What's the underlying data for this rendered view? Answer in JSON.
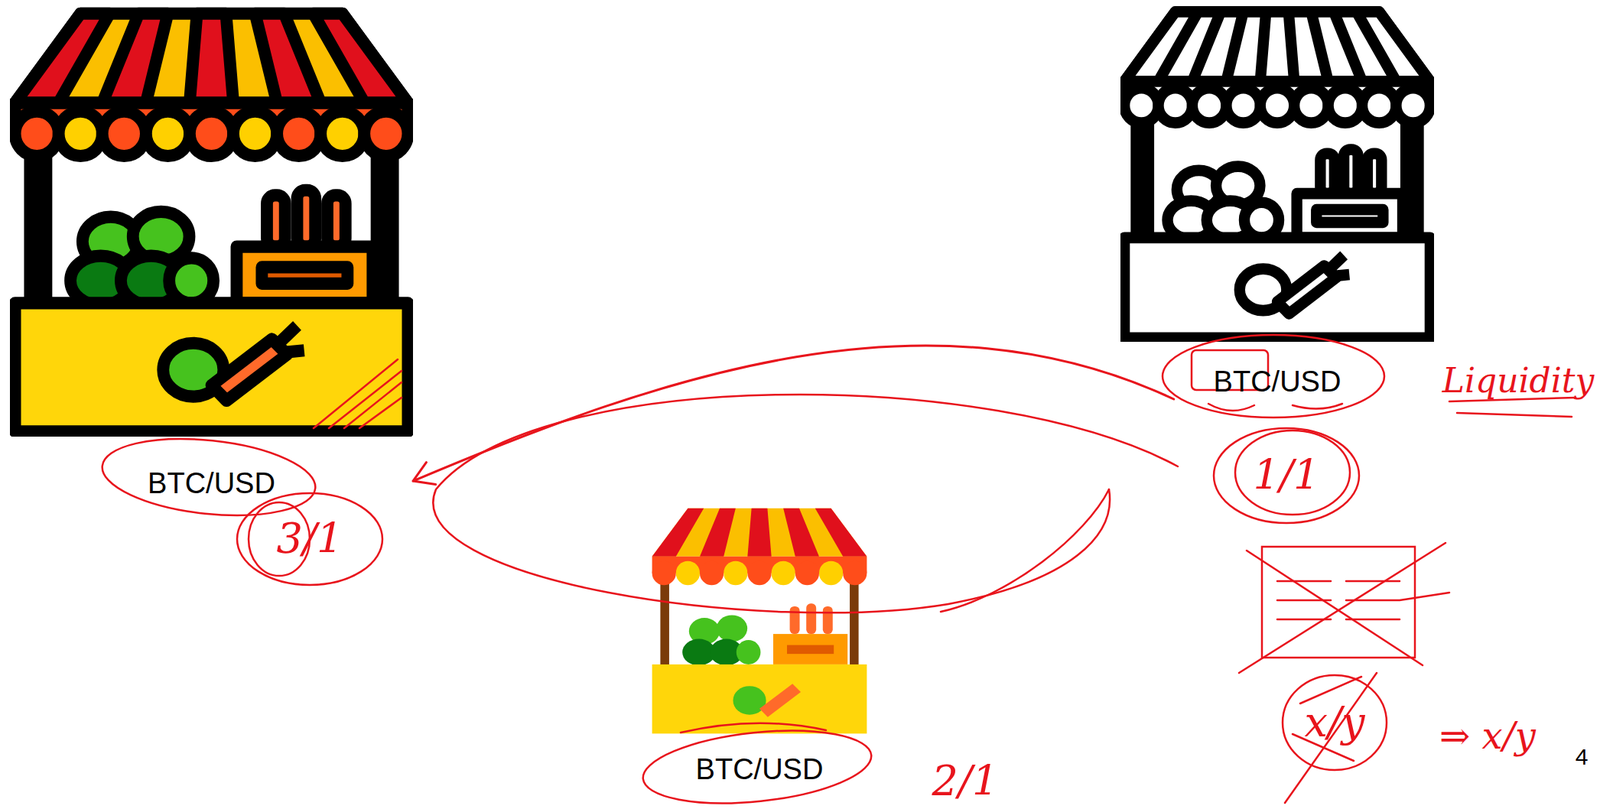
{
  "diagram": {
    "nodes": [
      {
        "text": [
          "BTC/USD"
        ]
      },
      {
        "text": [
          "BTC/USD"
        ]
      },
      {
        "text": [
          "BTC/USD"
        ]
      }
    ],
    "edges": [
      {
        "from": 1,
        "to": 0,
        "arrow": "to"
      }
    ],
    "labels": [
      "3/1",
      "1/1",
      "2/1",
      "Liquidity",
      "x/y",
      "⇒ x/y",
      "4"
    ]
  }
}
